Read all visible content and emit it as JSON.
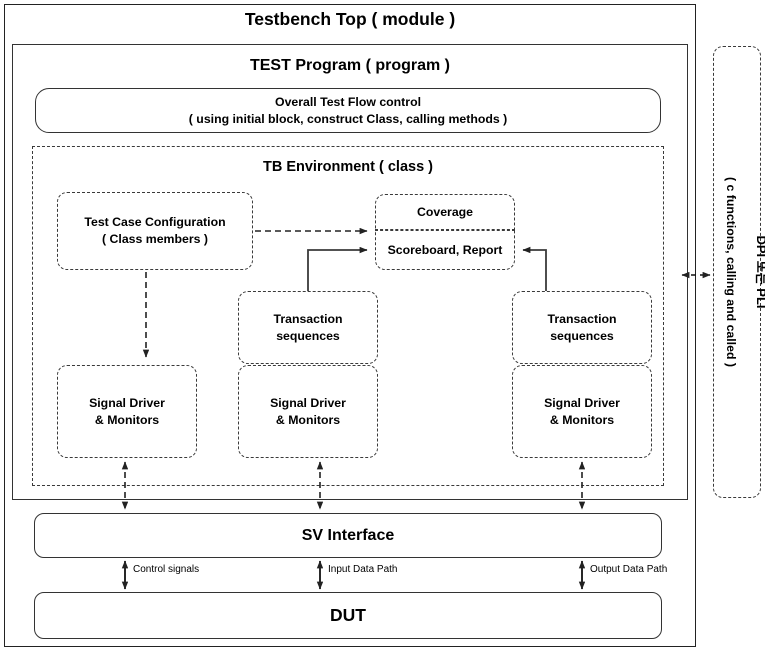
{
  "diagram": {
    "title": "Testbench Top ( module )",
    "program": {
      "title": "TEST Program ( program )",
      "flow_control": {
        "line1": "Overall Test Flow control",
        "line2": "( using initial block, construct Class, calling methods )"
      },
      "environment": {
        "title": "TB Environment ( class )",
        "test_case_config": {
          "line1": "Test Case Configuration",
          "line2": "( Class members )"
        },
        "coverage": "Coverage",
        "scoreboard": "Scoreboard, Report",
        "transaction_left": {
          "line1": "Transaction",
          "line2": "sequences"
        },
        "transaction_right": {
          "line1": "Transaction",
          "line2": "sequences"
        },
        "signal_driver_1": {
          "line1": "Signal Driver",
          "line2": "& Monitors"
        },
        "signal_driver_2": {
          "line1": "Signal Driver",
          "line2": "& Monitors"
        },
        "signal_driver_3": {
          "line1": "Signal Driver",
          "line2": "& Monitors"
        }
      }
    },
    "sv_interface": "SV Interface",
    "dut": "DUT",
    "bus_labels": {
      "control_signals": "Control signals",
      "input_data_path": "Input Data Path",
      "output_data_path": "Output Data Path"
    },
    "dpi": {
      "line1": "DPI 또는 PLI",
      "line2": "( c functions, calling and called )"
    }
  },
  "colors": {
    "stroke": "#222222",
    "dashed_stroke": "#3a3a3a",
    "background": "#ffffff",
    "text": "#000000"
  }
}
